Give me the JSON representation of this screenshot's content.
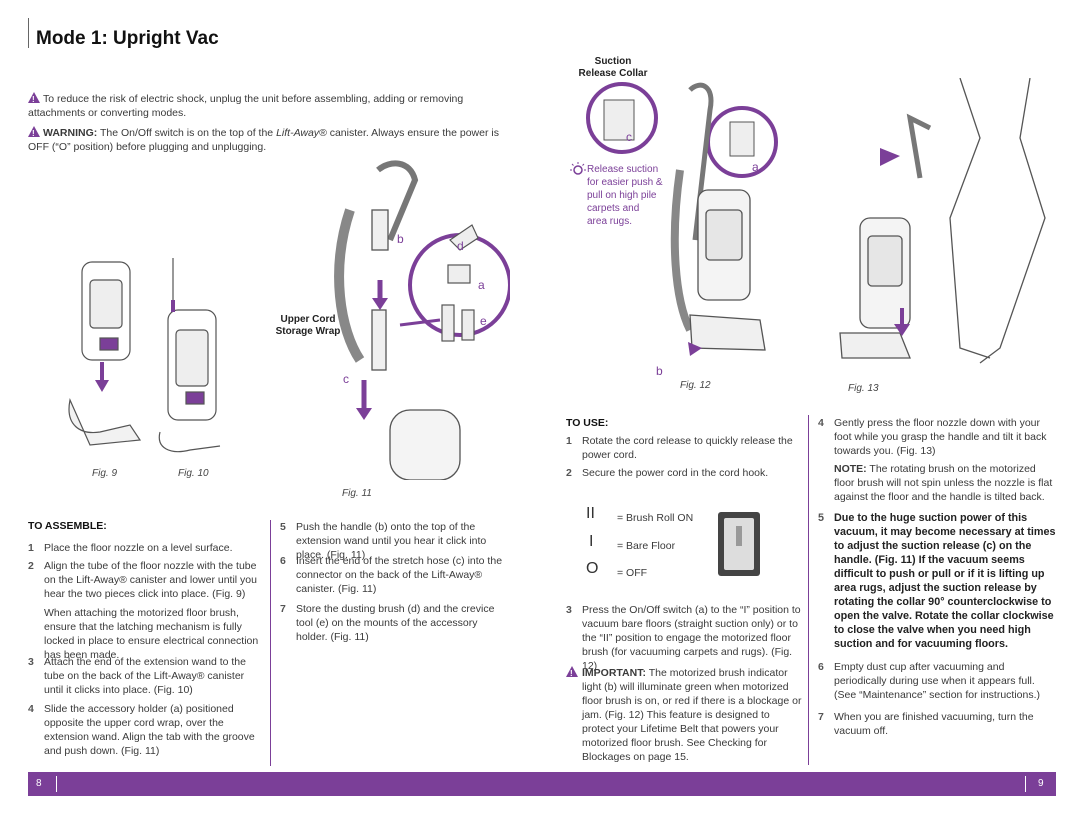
{
  "page_title": "Mode 1: Upright Vac",
  "warnings": {
    "shock": "To reduce the risk of electric shock, unplug the unit before assembling, adding or removing attachments or converting modes.",
    "switch_label": "WARNING:",
    "switch_a": "The On/Off switch is on the top of the ",
    "switch_brand": "Lift-Away®",
    "switch_b": " canister. Always ensure the power is OFF (“O” position) before plugging and unplugging."
  },
  "figures": {
    "fig9": "Fig. 9",
    "fig10": "Fig. 10",
    "fig11": "Fig. 11",
    "fig12": "Fig. 12",
    "fig13": "Fig. 13"
  },
  "callouts": {
    "upper_cord": "Upper Cord",
    "storage_wrap": "Storage Wrap",
    "suction": "Suction",
    "release_collar": "Release Collar",
    "letter_a": "a",
    "letter_b": "b",
    "letter_c": "c",
    "letter_d": "d",
    "letter_e": "e"
  },
  "tip": {
    "lines": [
      "Release suction",
      "for easier push &",
      "pull on high pile",
      "carpets and",
      "area rugs."
    ]
  },
  "assemble": {
    "heading": "TO ASSEMBLE:",
    "s1_num": "1",
    "s1": "Place the floor nozzle on a level surface.",
    "s2_num": "2",
    "s2": "Align the tube of the floor nozzle with the tube on the Lift-Away® canister and lower until you hear the two pieces click into place. (Fig. 9)",
    "s2_note": "When attaching the motorized floor brush, ensure that the latching mechanism is fully locked in place to ensure electrical connection has been made.",
    "s3_num": "3",
    "s3": "Attach the end of the extension wand to the tube on the back of the Lift-Away® canister until it clicks into place. (Fig. 10)",
    "s4_num": "4",
    "s4": "Slide the accessory holder (a) positioned opposite the upper cord wrap, over the extension wand. Align the tab with the groove and push down. (Fig. 11)",
    "s5_num": "5",
    "s5": "Push the handle (b) onto the top of the extension wand until you hear it click into place. (Fig. 11)",
    "s6_num": "6",
    "s6": "Insert the end of the stretch hose (c) into the connector on the back of the Lift-Away® canister. (Fig. 11)",
    "s7_num": "7",
    "s7": "Store the dusting brush (d) and the crevice tool (e) on the mounts of the accessory holder. (Fig. 11)"
  },
  "use": {
    "heading": "TO USE:",
    "s1_num": "1",
    "s1": "Rotate the cord release to quickly release the power cord.",
    "s2_num": "2",
    "s2": "Secure the power cord in the cord hook.",
    "switch": {
      "roll_sym": "II",
      "roll": "= Brush Roll ON",
      "bare_sym": "I",
      "bare": "= Bare Floor",
      "off_sym": "O",
      "off": "= OFF"
    },
    "s3_num": "3",
    "s3": "Press the On/Off switch (a) to the “I” position to vacuum bare floors (straight suction only) or to the “II” position to engage the motorized floor brush (for vacuuming carpets and rugs). (Fig. 12)",
    "important_label": "IMPORTANT:",
    "important": "The motorized brush indicator light (b) will illuminate green when motorized floor brush is on, or red if there is a blockage or jam. (Fig. 12) This feature is designed to protect your Lifetime Belt that powers your motorized floor brush. See Checking for Blockages on page 15.",
    "s4_num": "4",
    "s4": "Gently press the floor nozzle down with your foot while you grasp the handle and tilt it back towards you. (Fig. 13)",
    "note_label": "NOTE:",
    "note": "The rotating brush on the motorized floor brush will not spin unless the nozzle is flat against the floor and the handle is tilted back.",
    "s5_num": "5",
    "s5": "Due to the huge suction power of this vacuum, it may become necessary at times to adjust the suction release (c) on the handle. (Fig. 11) If the vacuum seems difficult to push or pull or if it is lifting up area rugs, adjust the suction release by rotating the collar 90° counterclockwise to open the valve. Rotate the collar clockwise to close the valve when you need high suction and for vacuuming floors.",
    "s6_num": "6",
    "s6": "Empty dust cup after vacuuming and periodically during use when it appears full. (See “Maintenance” section for instructions.)",
    "s7_num": "7",
    "s7": "When you are finished vacuuming, turn the vacuum off."
  },
  "footer": {
    "left_page": "8",
    "right_page": "9"
  },
  "colors": {
    "accent": "#7b3f98"
  }
}
